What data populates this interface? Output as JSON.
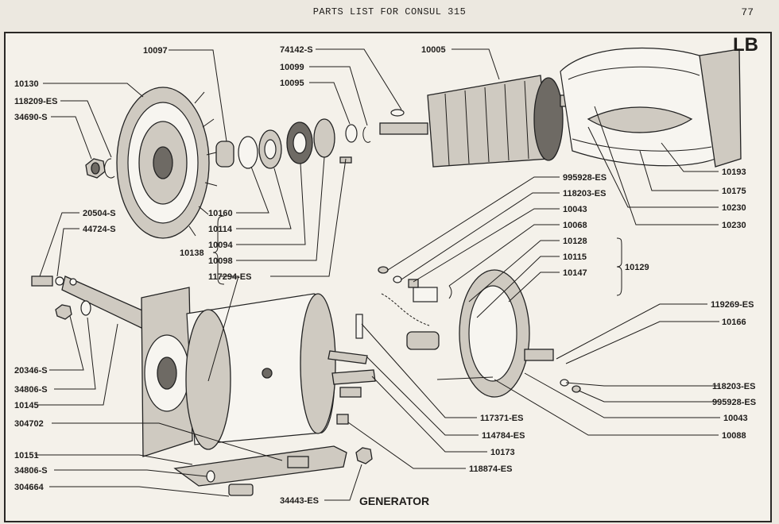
{
  "header": {
    "title": "PARTS LIST FOR CONSUL 315",
    "page_number": "77"
  },
  "diagram": {
    "badge": "LB",
    "caption": "GENERATOR",
    "parts": {
      "p10097": "10097",
      "p74142s": "74142-S",
      "p10005": "10005",
      "p10099": "10099",
      "p10095": "10095",
      "p10130": "10130",
      "p118209es": "118209-ES",
      "p34690s": "34690-S",
      "p10160": "10160",
      "p10114": "10114",
      "p10138": "10138",
      "p10094": "10094",
      "p10098": "10098",
      "p117294es": "117294-ES",
      "p20504s": "20504-S",
      "p44724s": "44724-S",
      "p20346s": "20346-S",
      "p34806s_a": "34806-S",
      "p10145": "10145",
      "p304702": "304702",
      "p10151": "10151",
      "p34806s_b": "34806-S",
      "p304664": "304664",
      "p34443es": "34443-ES",
      "p995928es_a": "995928-ES",
      "p118203es_a": "118203-ES",
      "p10043_a": "10043",
      "p10068": "10068",
      "p10128": "10128",
      "p10115": "10115",
      "p10147": "10147",
      "p10129": "10129",
      "p10193": "10193",
      "p10175": "10175",
      "p10230_a": "10230",
      "p10230_b": "10230",
      "p119269es": "119269-ES",
      "p10166": "10166",
      "p118203es_b": "118203-ES",
      "p995928es_b": "995928-ES",
      "p10043_b": "10043",
      "p10088": "10088",
      "p117371es": "117371-ES",
      "p114784es": "114784-ES",
      "p10173": "10173",
      "p118874es": "118874-ES"
    }
  }
}
